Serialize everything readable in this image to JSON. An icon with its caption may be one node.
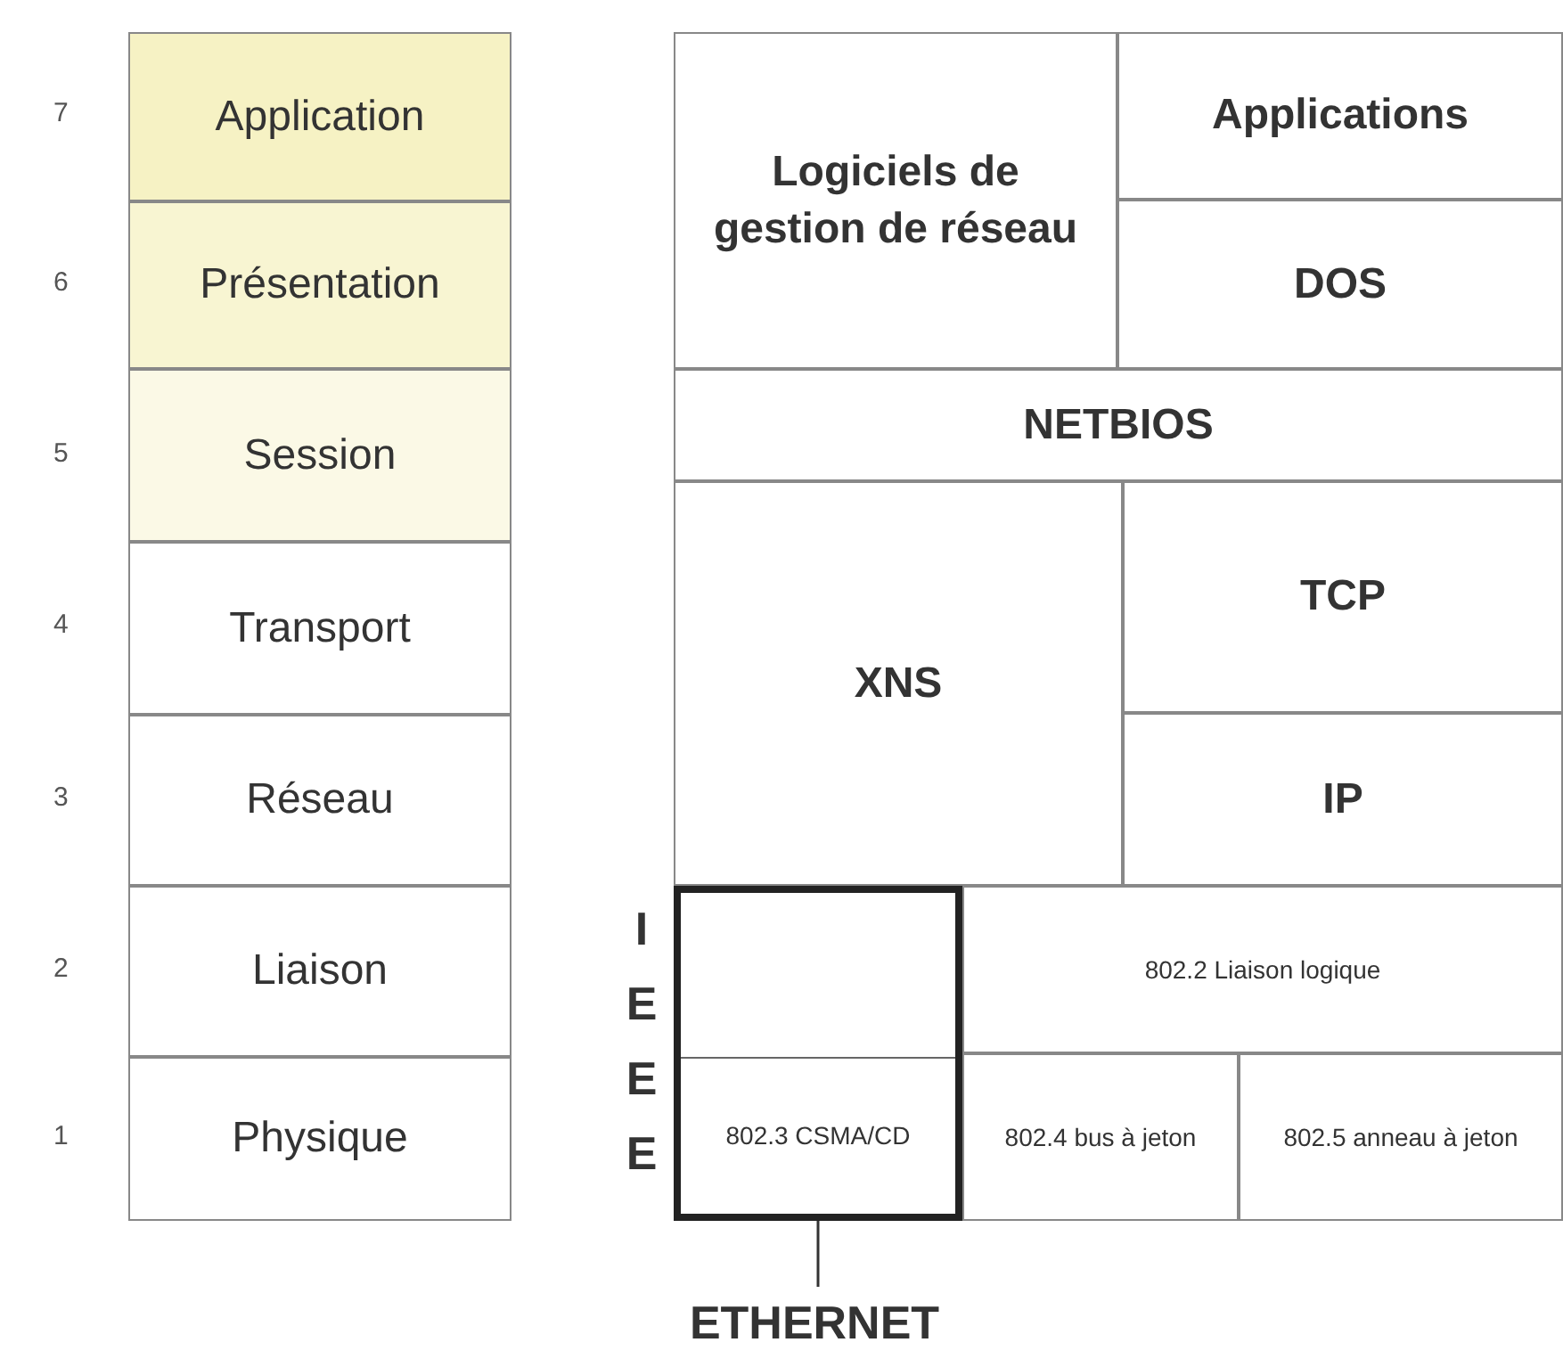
{
  "diagram": {
    "nodes": [
      {
        "text": [
          "Application"
        ]
      },
      {
        "text": [
          "Présentation"
        ]
      },
      {
        "text": [
          "Session"
        ]
      },
      {
        "text": [
          "Transport"
        ]
      },
      {
        "text": [
          "Réseau"
        ]
      },
      {
        "text": [
          "Liaison"
        ]
      },
      {
        "text": [
          "Physique"
        ]
      },
      {
        "text": [
          "Logiciels de gestion de réseau"
        ]
      },
      {
        "text": [
          "Applications"
        ]
      },
      {
        "text": [
          "DOS"
        ]
      },
      {
        "text": [
          "NETBIOS"
        ]
      },
      {
        "text": [
          "XNS"
        ]
      },
      {
        "text": [
          "TCP"
        ]
      },
      {
        "text": [
          "IP"
        ]
      },
      {
        "text": [],
        "shape": "box"
      },
      {
        "text": [
          "802.3 CSMA/CD"
        ],
        "in": 14
      },
      {
        "text": [
          "802.2 Liaison logique"
        ]
      },
      {
        "text": [
          "802.4 bus à jeton"
        ]
      },
      {
        "text": [
          "802.5 anneau à jeton"
        ]
      },
      {
        "text": [
          "ETHERNET"
        ]
      }
    ],
    "edges": [
      {
        "from": 19,
        "to": 14,
        "arrow": "none"
      }
    ],
    "labels": [
      "7",
      "6",
      "5",
      "4",
      "3",
      "2",
      "1",
      "IEEE"
    ]
  }
}
